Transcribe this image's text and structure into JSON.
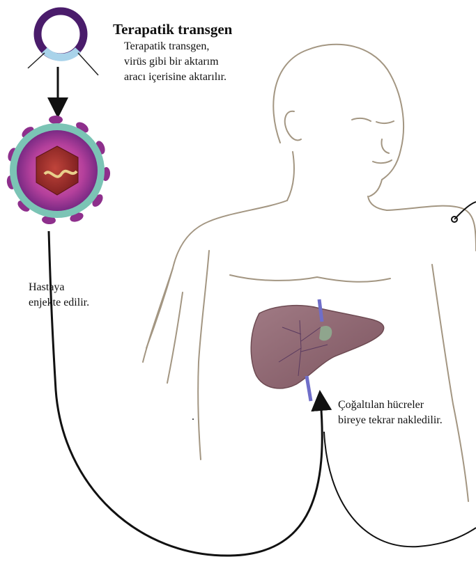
{
  "title": "Terapatik transgen",
  "labels": {
    "transfer": "Terapatik transgen,\nvirüs gibi bir aktarım\naracı içerisine aktarılır.",
    "inject": "Hastaya\nenjekte edilir.",
    "return": "Çoğaltılan hücreler\nbireye tekrar nakledilir.",
    "dot": "."
  },
  "colors": {
    "plasmid_ring": "#4a1c6b",
    "transgen_segment": "#a9d3ea",
    "virus_body": "#b5409c",
    "virus_shell": "#7bc4b5",
    "virus_spikes": "#8e2f8c",
    "liver": "#8e6670",
    "body_outline": "#9d9180",
    "arrow": "#111111"
  }
}
